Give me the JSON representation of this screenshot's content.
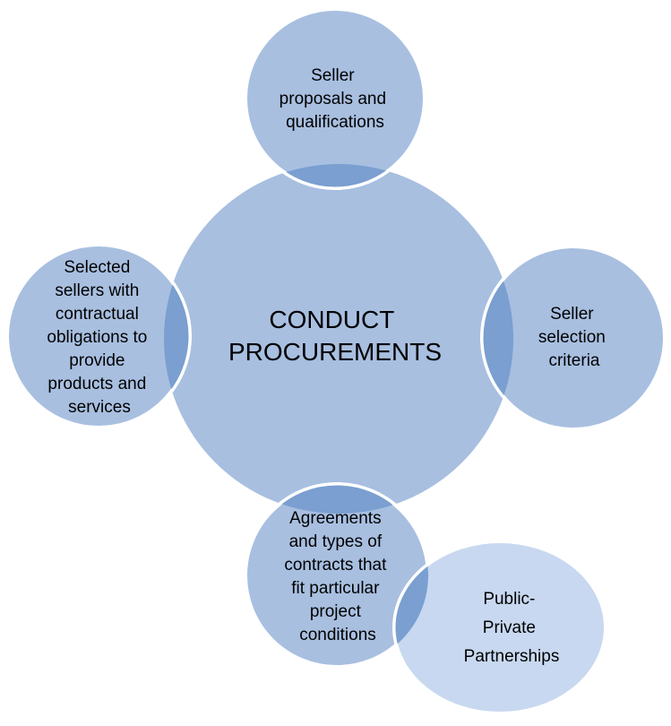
{
  "diagram": {
    "center": {
      "lines": [
        "CONDUCT",
        "PROCUREMENTS"
      ]
    },
    "satellites": {
      "top": {
        "lines": [
          "Seller",
          "proposals and",
          "qualifications"
        ]
      },
      "right": {
        "lines": [
          "Seller",
          "selection",
          "criteria"
        ]
      },
      "left": {
        "lines": [
          "Selected",
          "sellers with",
          "contractual",
          "obligations to",
          "provide",
          "products and",
          "services"
        ]
      },
      "bottom": {
        "lines": [
          "Agreements",
          "and types of",
          "contracts that",
          "fit particular",
          "project",
          "conditions"
        ]
      },
      "extra": {
        "lines": [
          "Public-",
          "Private",
          "Partnerships"
        ]
      }
    },
    "colors": {
      "circle_fill": "#a8bfe0",
      "overlap_fill": "#7a9fd0",
      "extra_fill": "#c8d8f0",
      "stroke": "#ffffff",
      "text": "#000000"
    }
  }
}
